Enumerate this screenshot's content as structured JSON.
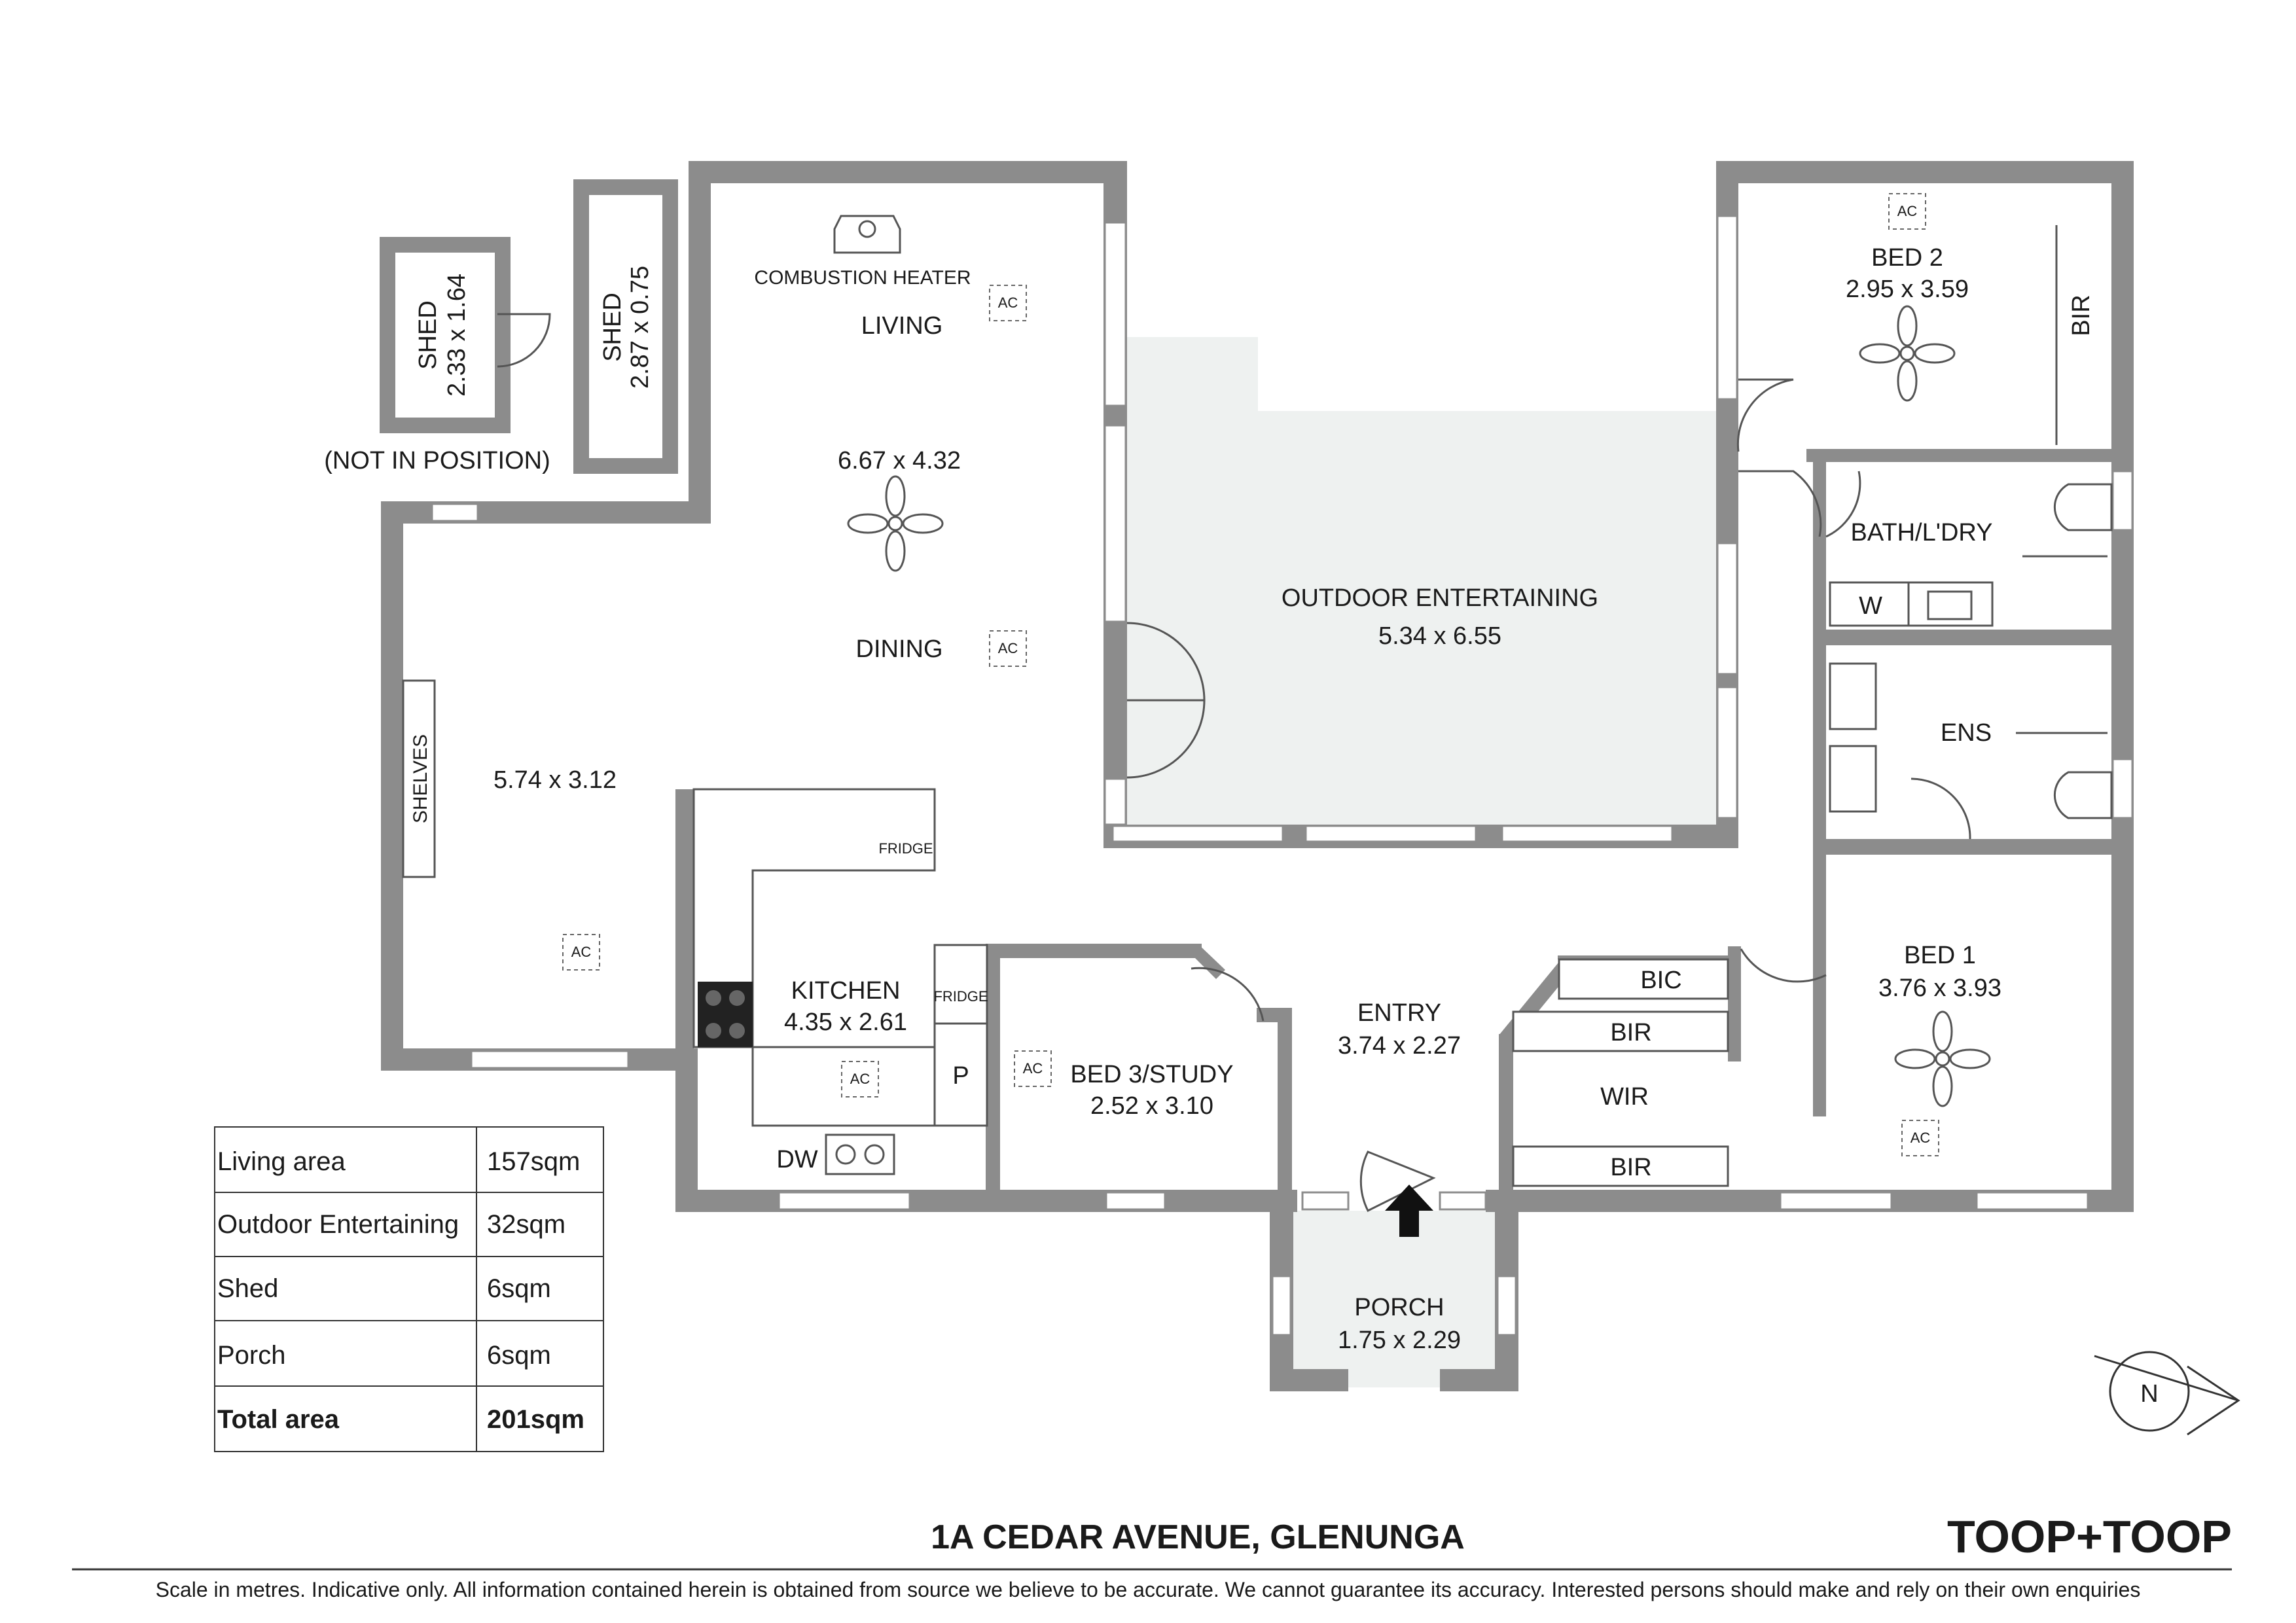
{
  "rooms": {
    "combustion_heater": "COMBUSTION HEATER",
    "living": "LIVING",
    "living_dims": "6.67 x 4.32",
    "dining": "DINING",
    "family_dims": "5.74 x 3.12",
    "shelves": "SHELVES",
    "shed1": "SHED",
    "shed1_dims": "2.33 x 1.64",
    "shed2": "SHED",
    "shed2_dims": "2.87 x 0.75",
    "not_in_position": "(NOT IN POSITION)",
    "outdoor": "OUTDOOR ENTERTAINING",
    "outdoor_dims": "5.34 x 6.55",
    "bed2": "BED 2",
    "bed2_dims": "2.95 x 3.59",
    "bir": "BIR",
    "bath": "BATH/L'DRY",
    "w": "W",
    "ens": "ENS",
    "kitchen": "KITCHEN",
    "kitchen_dims": "4.35 x 2.61",
    "fridge": "FRIDGE",
    "p": "P",
    "dw": "DW",
    "bed3": "BED 3/STUDY",
    "bed3_dims": "2.52 x 3.10",
    "entry": "ENTRY",
    "entry_dims": "3.74 x 2.27",
    "bic": "BIC",
    "wir": "WIR",
    "bed1": "BED 1",
    "bed1_dims": "3.76 x 3.93",
    "porch": "PORCH",
    "porch_dims": "1.75 x 2.29",
    "ac": "AC"
  },
  "area_table": [
    {
      "label": "Living area",
      "value": "157sqm"
    },
    {
      "label": "Outdoor Entertaining",
      "value": "32sqm"
    },
    {
      "label": "Shed",
      "value": "6sqm"
    },
    {
      "label": "Porch",
      "value": "6sqm"
    },
    {
      "label": "Total area",
      "value": "201sqm"
    }
  ],
  "address": "1A CEDAR AVENUE, GLENUNGA",
  "brand": "TOOP+TOOP",
  "compass": "N",
  "disclaimer": "Scale in metres. Indicative only. All information contained herein is obtained from source we believe to be accurate. We cannot guarantee its accuracy. Interested persons should make and rely on their own enquiries"
}
